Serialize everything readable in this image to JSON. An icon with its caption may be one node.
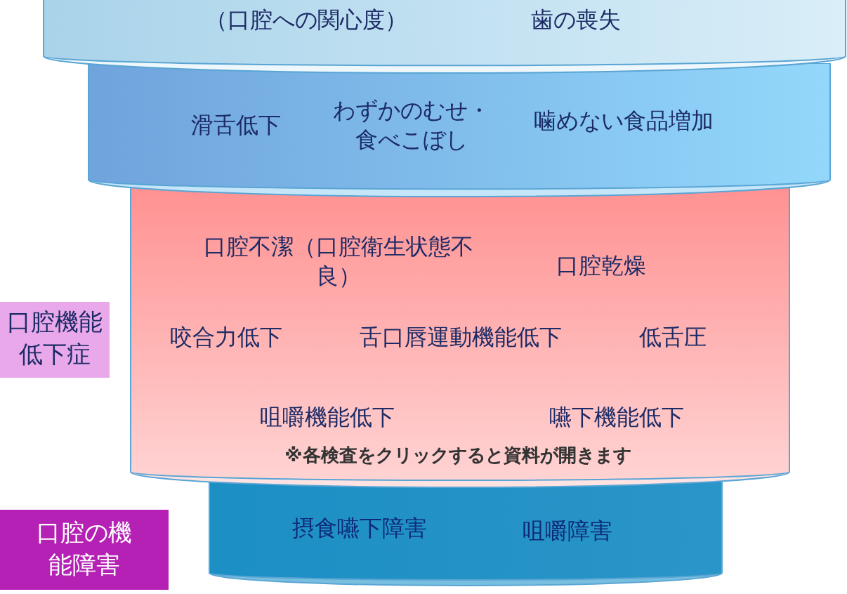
{
  "diagram": {
    "nodes": [
      {
        "text": [
          "（口腔への関心度）",
          "歯の喪失"
        ]
      },
      {
        "text": [
          "滑舌低下",
          "わずかのむせ・食べこぼし",
          "噛めない食品増加"
        ]
      },
      {
        "text": [
          "口腔不潔（口腔衛生状態不良）",
          "口腔乾燥",
          "咬合力低下",
          "舌口唇運動機能低下",
          "低舌圧",
          "咀嚼機能低下",
          "嚥下機能低下",
          "※各検査をクリックすると資料が開きます"
        ]
      },
      {
        "text": [
          "摂食嚥下障害",
          "咀嚼障害"
        ]
      },
      {
        "text": [
          "口腔機能低下症"
        ]
      },
      {
        "text": [
          "口腔の機能障害"
        ]
      }
    ]
  }
}
